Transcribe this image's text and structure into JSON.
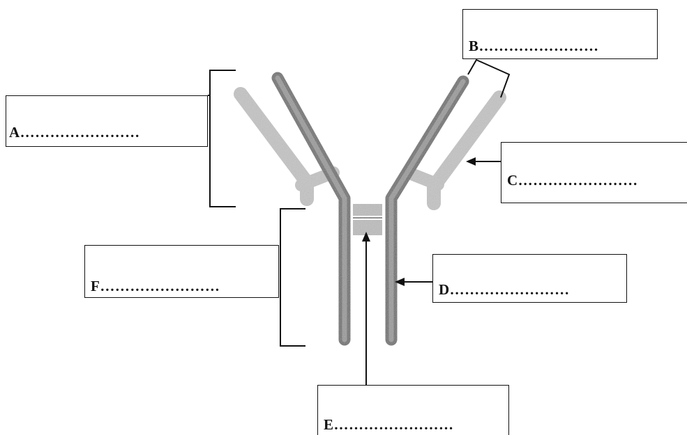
{
  "labels": {
    "a": "A……………………",
    "b": "B……………………",
    "c": "C……………………",
    "d": "D……………………",
    "e": "E……………………",
    "f": "F……………………"
  },
  "colors": {
    "heavy_chain": "#6e6e6e",
    "light_chain": "#c4c4c4",
    "disulfide_region": "#bdbdbd",
    "line": "#111111"
  }
}
